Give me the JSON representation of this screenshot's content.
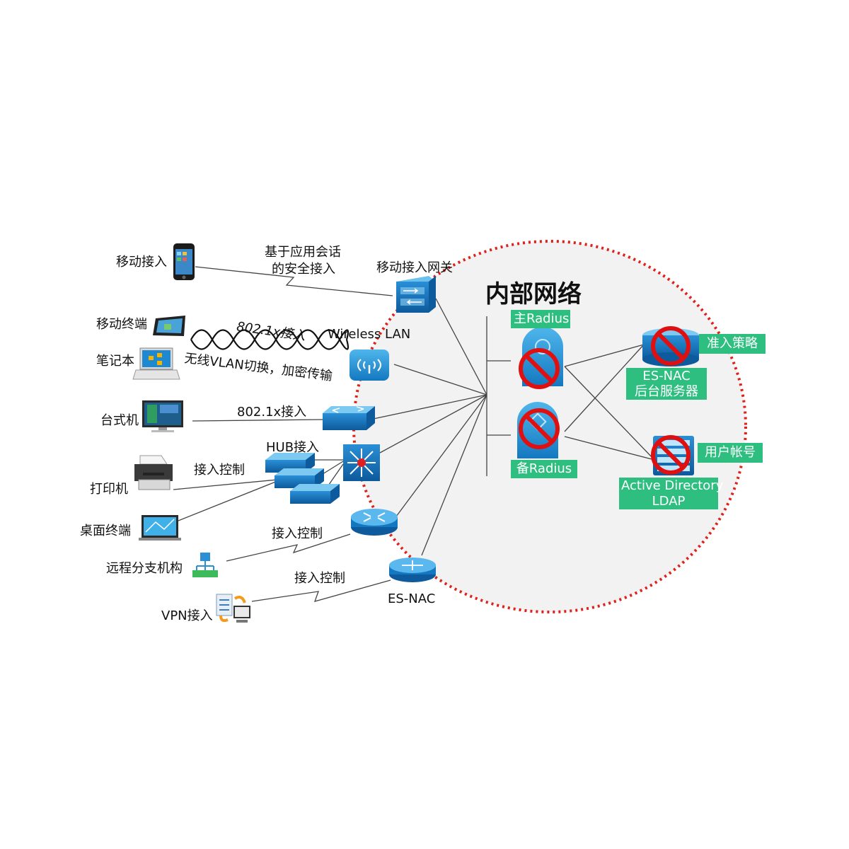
{
  "internal_network": {
    "title": "内部网络"
  },
  "endpoints": {
    "mobile_access": "移动接入",
    "mobile_terminal": "移动终端",
    "laptop": "笔记本",
    "desktop": "台式机",
    "printer": "打印机",
    "desktop_terminal": "桌面终端",
    "remote_branch": "远程分支机构",
    "vpn_access": "VPN接入"
  },
  "links": {
    "app_session_line1": "基于应用会话",
    "app_session_line2": "的安全接入",
    "wireless_8021x": "802.1x接入",
    "wireless_vlan": "无线VLAN切换，加密传输",
    "wired_8021x": "802.1x接入",
    "hub_access": "HUB接入",
    "hub_control": "接入控制",
    "router_control": "接入控制",
    "vpn_control": "接入控制"
  },
  "devices": {
    "mobile_gateway": "移动接入网关",
    "wireless_lan": "Wireless LAN",
    "es_nac": "ES-NAC"
  },
  "servers": {
    "primary_radius": "主Radius",
    "backup_radius": "备Radius",
    "es_nac_server_line1": "ES-NAC",
    "es_nac_server_line2": "后台服务器",
    "ad_line1": "Active Directory",
    "ad_line2": "LDAP",
    "admission_policy": "准入策略",
    "user_account": "用户帐号"
  },
  "colors": {
    "boundary": "#e0201b",
    "accent_green": "#2ebf80",
    "device_blue": "#1f8fd4",
    "deny_red": "#e01010"
  }
}
